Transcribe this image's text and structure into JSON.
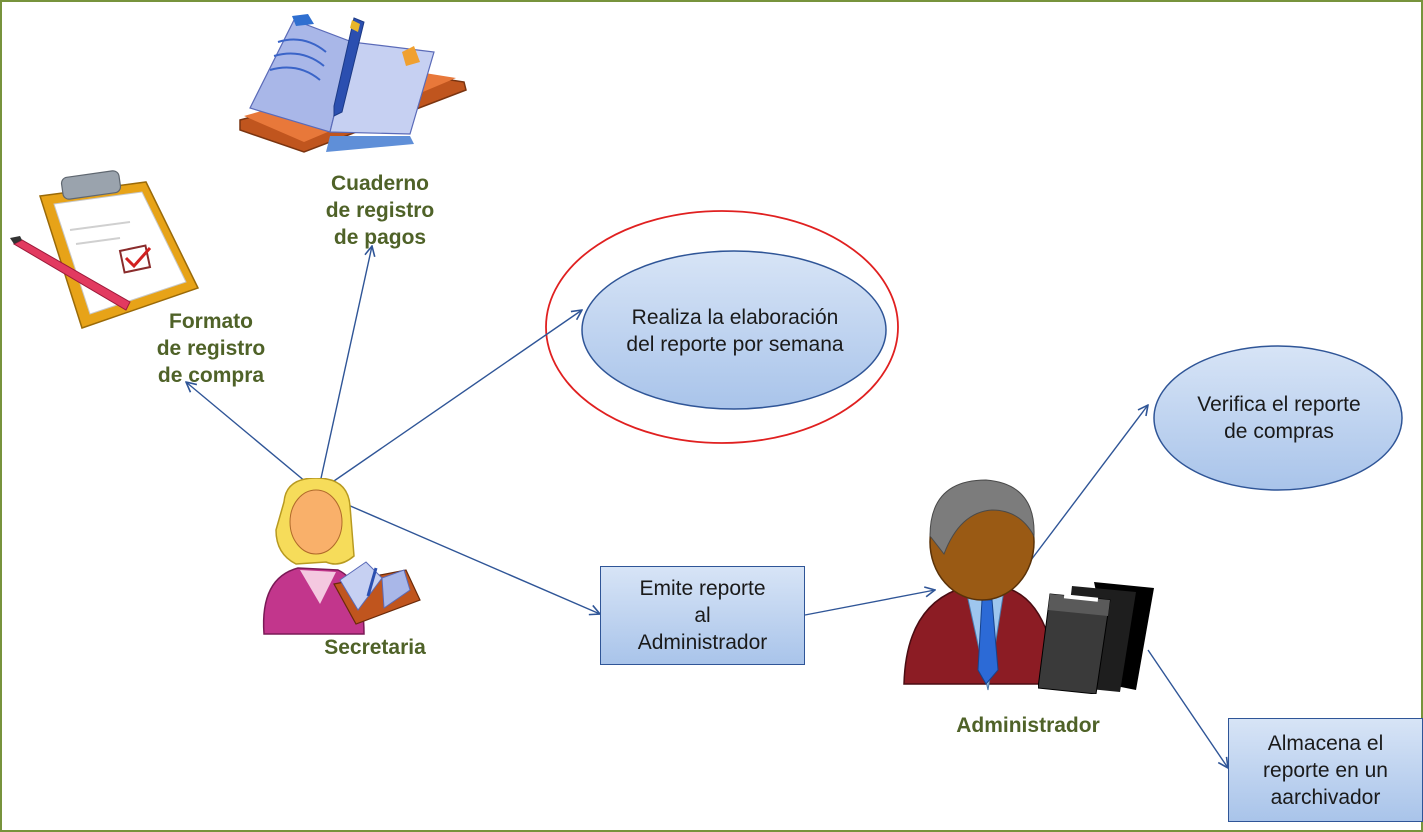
{
  "actors": {
    "secretaria": "Secretaria",
    "administrador": "Administrador"
  },
  "artifacts": {
    "cuaderno": "Cuaderno\nde registro\nde pagos",
    "formato": "Formato\nde registro\nde compra"
  },
  "processes": {
    "elaboracion": "Realiza la elaboración\ndel reporte por semana",
    "verifica": "Verifica el reporte\nde compras",
    "emite": "Emite reporte\nal\nAdministrador",
    "almacena": "Almacena el\nreporte en un\naarchivador"
  },
  "icons": {
    "notebook": "open-notebook-icon",
    "clipboard": "clipboard-checklist-icon",
    "secretary": "secretary-person-icon",
    "administrator": "administrator-person-icon",
    "binders": "binder-files-icon"
  },
  "colors": {
    "frame_border": "#77933c",
    "label_text": "#4f6228",
    "connector": "#2f5597",
    "highlight_ring": "#e02020",
    "node_fill_light": "#d7e4f6",
    "node_fill_dark": "#a9c4ea"
  }
}
